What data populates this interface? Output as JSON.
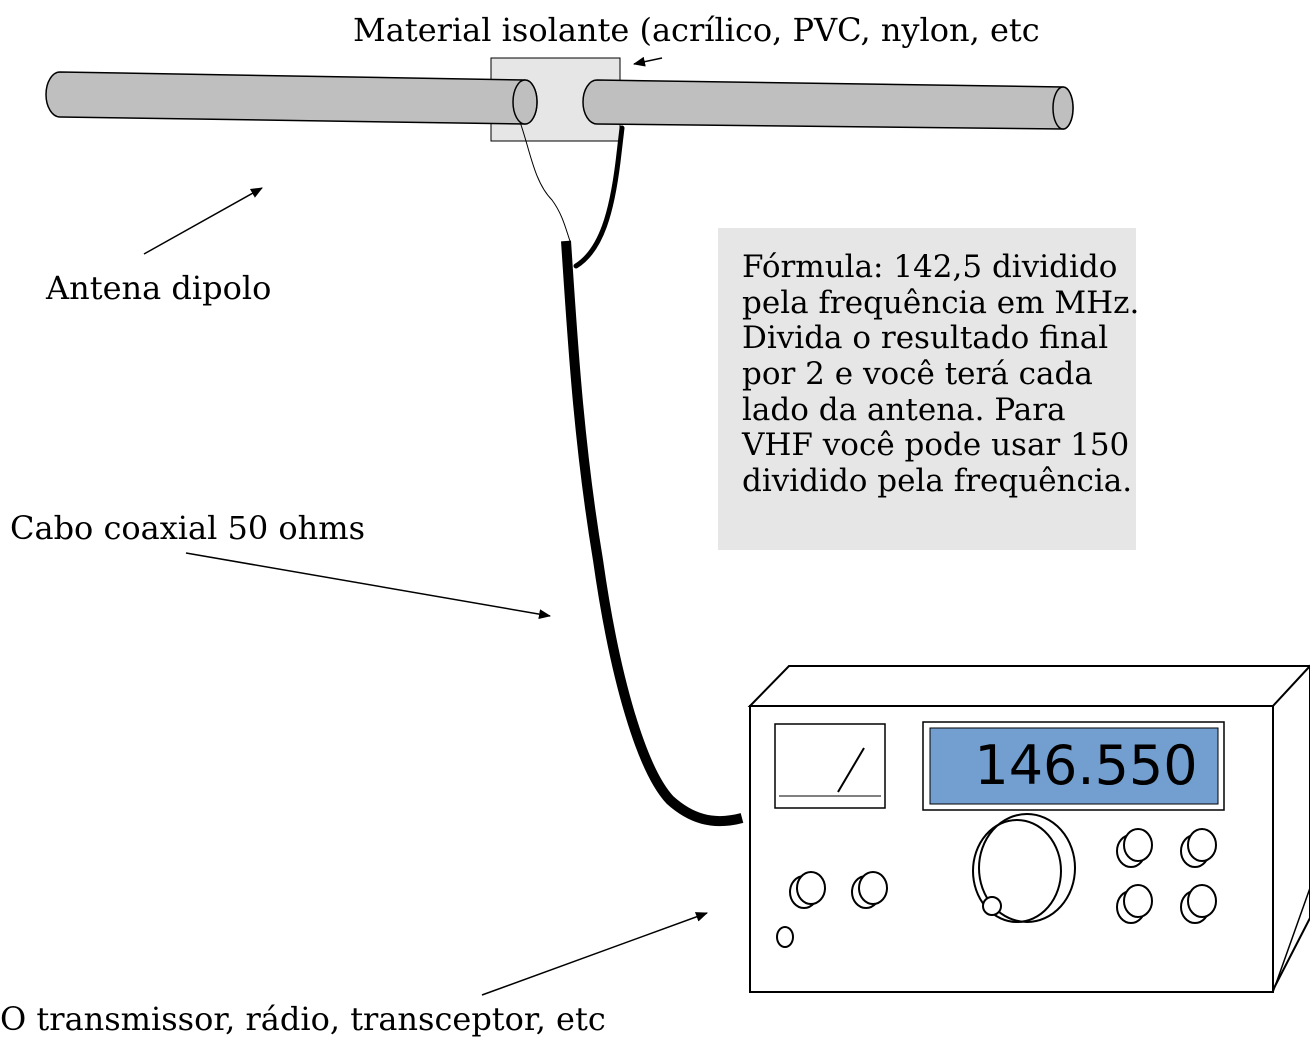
{
  "labels": {
    "insulator": "Material isolante (acrílico, PVC, nylon, etc",
    "dipole": "Antena dipolo",
    "coax": "Cabo coaxial 50 ohms",
    "radio": "O transmissor, rádio, transceptor, etc"
  },
  "formula_box": {
    "lines": [
      "Fórmula: 142,5 dividido",
      "pela frequência em MHz.",
      "Divida o resultado final",
      "por 2 e você terá cada",
      "lado da antena. Para",
      "VHF você pode usar 150",
      "dividido pela frequência."
    ]
  },
  "radio": {
    "frequency_display": "146.550",
    "display_color": "#729fcf"
  },
  "colors": {
    "rod_fill": "#bfbfbf",
    "insulator_fill": "#e6e6e6",
    "note_fill": "#e6e6e6"
  }
}
